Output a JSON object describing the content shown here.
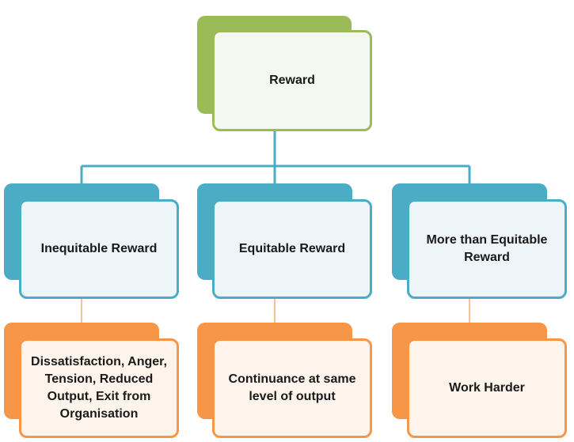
{
  "colors": {
    "green": "#9bbb59",
    "blue": "#4bacc6",
    "orange": "#f79646"
  },
  "root": {
    "label": "Reward"
  },
  "branches": [
    {
      "label": "Inequitable Reward",
      "outcome": "Dissatisfaction, Anger, Tension, Reduced Output, Exit from Organisation"
    },
    {
      "label": "Equitable Reward",
      "outcome": "Continuance at same level of output"
    },
    {
      "label": "More than Equitable Reward",
      "outcome": "Work Harder"
    }
  ]
}
